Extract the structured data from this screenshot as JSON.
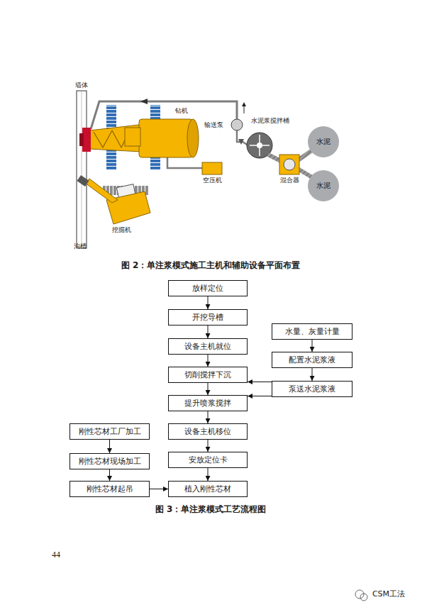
{
  "diagram": {
    "nodes": [
      {
        "text": [
          "水泥"
        ]
      },
      {
        "text": [
          "水泥"
        ]
      },
      {
        "text": [
          "放样定位"
        ]
      },
      {
        "text": [
          "开挖导槽"
        ]
      },
      {
        "text": [
          "设备主机就位"
        ]
      },
      {
        "text": [
          "切削搅拌下沉"
        ]
      },
      {
        "text": [
          "提升喷浆搅拌"
        ]
      },
      {
        "text": [
          "设备主机移位"
        ]
      },
      {
        "text": [
          "安放定位卡"
        ]
      },
      {
        "text": [
          "植入刚性芯材"
        ]
      },
      {
        "text": [
          "水量、灰量计量"
        ]
      },
      {
        "text": [
          "配置水泥浆液"
        ]
      },
      {
        "text": [
          "泵送水泥浆液"
        ]
      },
      {
        "text": [
          "刚性芯材工厂加工"
        ]
      },
      {
        "text": [
          "刚性芯材现场加工"
        ]
      },
      {
        "text": [
          "刚性芯材起吊"
        ]
      }
    ],
    "edges": [
      {
        "from": 2,
        "to": 3,
        "arrow": "to"
      },
      {
        "from": 3,
        "to": 4,
        "arrow": "to"
      },
      {
        "from": 4,
        "to": 5,
        "arrow": "to"
      },
      {
        "from": 5,
        "to": 6,
        "arrow": "to"
      },
      {
        "from": 6,
        "to": 7,
        "arrow": "to"
      },
      {
        "from": 7,
        "to": 8,
        "arrow": "to"
      },
      {
        "from": 8,
        "to": 9,
        "arrow": "to"
      },
      {
        "from": 10,
        "to": 11,
        "arrow": "to"
      },
      {
        "from": 11,
        "to": 12,
        "arrow": "to"
      },
      {
        "from": 12,
        "to": 5,
        "arrow": "to"
      },
      {
        "from": 12,
        "to": 6,
        "arrow": "to"
      },
      {
        "from": 13,
        "to": 14,
        "arrow": "to"
      },
      {
        "from": 14,
        "to": 15,
        "arrow": "to"
      },
      {
        "from": 15,
        "to": 9,
        "arrow": "to"
      }
    ],
    "labels": [
      "墙体",
      "钻机",
      "输送泵",
      "水泥浆搅拌桶",
      "空压机",
      "混合器",
      "挖掘机",
      "沟槽",
      "图 2：单注浆模式施工主机和辅助设备平面布置",
      "图 3：单注浆模式工艺流程图",
      "44",
      "CSM工法"
    ]
  }
}
